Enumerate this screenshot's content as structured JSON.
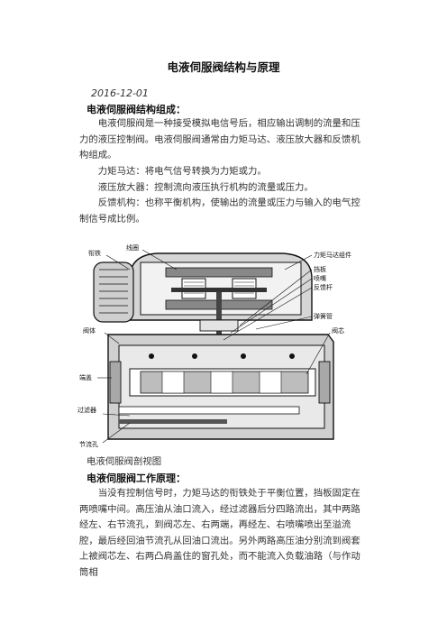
{
  "doc": {
    "title": "电液伺服阀结构与原理",
    "date": "2016-12-01",
    "section1_heading": "电液伺服阀结构组成：",
    "para1": "电液伺服阀是一种接受模拟电信号后，相应输出调制的流量和压力的液压控制阀。电液伺服阀通常由力矩马达、液压放大器和反馈机构组成。",
    "item1": "力矩马达：将电气信号转换为力矩或力。",
    "item2": "液压放大器：控制流向液压执行机构的流量或压力。",
    "item3": "反馈机构：也称平衡机构，使输出的流量或压力与输入的电气控制信号成比例。",
    "figure_caption": "电液伺服阀剖视图",
    "section2_heading": "电液伺服阀工作原理：",
    "para2": "当没有控制信号时，力矩马达的衔铁处于平衡位置，挡板固定在两喷嘴中间。高压油从油口流入，经过滤器后分四路流出，其中两路经左、右节流孔，到阀芯左、右两端，再经左、右喷嘴喷出至溢流腔，最后经回油节流孔从回油口流出。另外两路高压油分别流到阀套上被阀芯左、右两凸肩盖住的窗孔处，而不能流入负载油路（与作动筒相"
  },
  "figure": {
    "labels": {
      "armature": "衔铁",
      "coil": "线圈",
      "torque_motor": "力矩马达组件",
      "flapper": "挡板",
      "nozzle": "喷嘴",
      "feedback_rod": "反馈杆",
      "spring_tube": "弹簧管",
      "valve_body": "阀体",
      "spool": "阀芯",
      "end_cap": "端盖",
      "filter": "过滤器",
      "orifice": "节流孔"
    }
  }
}
